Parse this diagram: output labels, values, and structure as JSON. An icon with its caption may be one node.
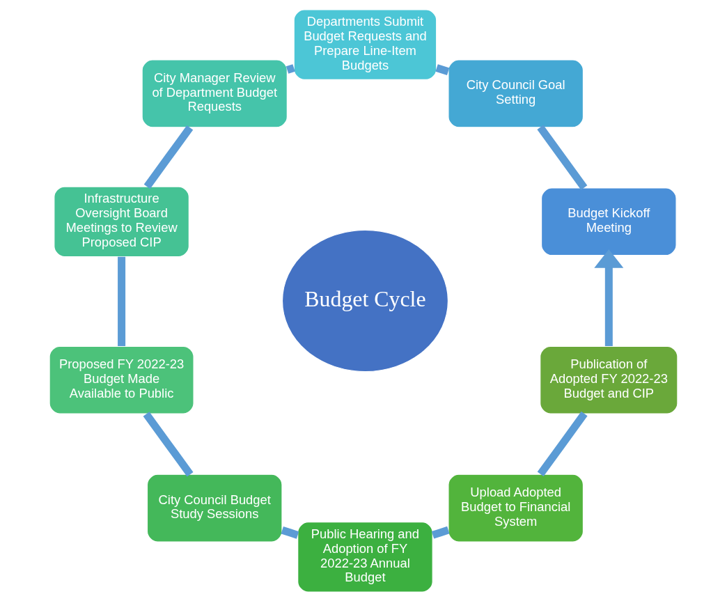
{
  "diagram": {
    "nodes": [
      {
        "text": [
          "Budget Kickoff Meeting"
        ]
      },
      {
        "text": [
          "City Council Goal Setting"
        ]
      },
      {
        "text": [
          "Departments Submit Budget Requests and Prepare Line-Item Budgets"
        ]
      },
      {
        "text": [
          "City Manager Review of Department Budget Requests"
        ]
      },
      {
        "text": [
          "Infrastructure Oversight Board Meetings to Review Proposed CIP"
        ]
      },
      {
        "text": [
          "Proposed FY 2022-23 Budget Made Available to Public"
        ]
      },
      {
        "text": [
          "City Council Budget Study Sessions"
        ]
      },
      {
        "text": [
          "Public Hearing and Adoption of FY 2022-23 Annual Budget"
        ]
      },
      {
        "text": [
          "Upload Adopted Budget to Financial System"
        ]
      },
      {
        "text": [
          "Publication of Adopted FY 2022-23 Budget and CIP"
        ]
      },
      {
        "text": [
          "Budget Cycle"
        ]
      }
    ],
    "edges": [
      {
        "from": 0,
        "to": 1,
        "arrow": "none"
      },
      {
        "from": 1,
        "to": 2,
        "arrow": "none"
      },
      {
        "from": 2,
        "to": 3,
        "arrow": "none"
      },
      {
        "from": 3,
        "to": 4,
        "arrow": "none"
      },
      {
        "from": 4,
        "to": 5,
        "arrow": "none"
      },
      {
        "from": 5,
        "to": 6,
        "arrow": "none"
      },
      {
        "from": 6,
        "to": 7,
        "arrow": "none"
      },
      {
        "from": 7,
        "to": 8,
        "arrow": "none"
      },
      {
        "from": 8,
        "to": 9,
        "arrow": "none"
      },
      {
        "from": 9,
        "to": 0,
        "arrow": "to"
      }
    ]
  }
}
